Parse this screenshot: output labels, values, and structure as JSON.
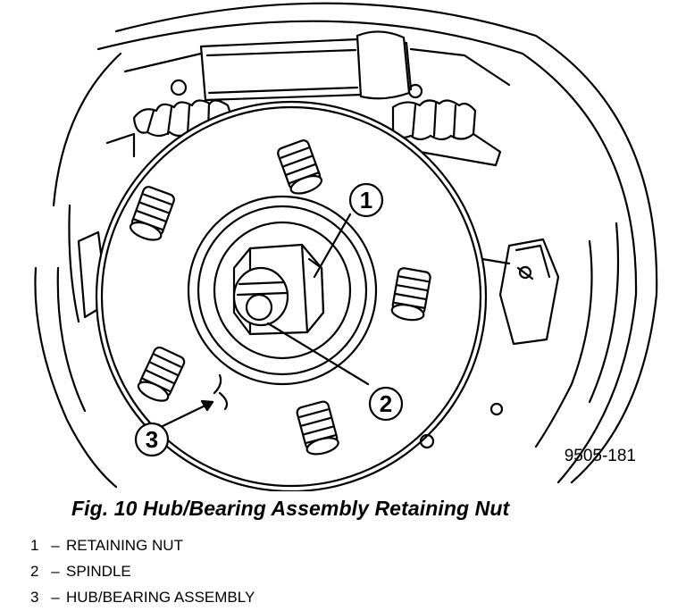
{
  "figure": {
    "id_label": "9505-181",
    "callouts": [
      {
        "num": "1"
      },
      {
        "num": "2"
      },
      {
        "num": "3"
      }
    ]
  },
  "caption": "Fig. 10 Hub/Bearing Assembly Retaining Nut",
  "legend": [
    {
      "num": "1",
      "dash": "–",
      "label": "RETAINING NUT"
    },
    {
      "num": "2",
      "dash": "–",
      "label": "SPINDLE"
    },
    {
      "num": "3",
      "dash": "–",
      "label": "HUB/BEARING ASSEMBLY"
    }
  ]
}
